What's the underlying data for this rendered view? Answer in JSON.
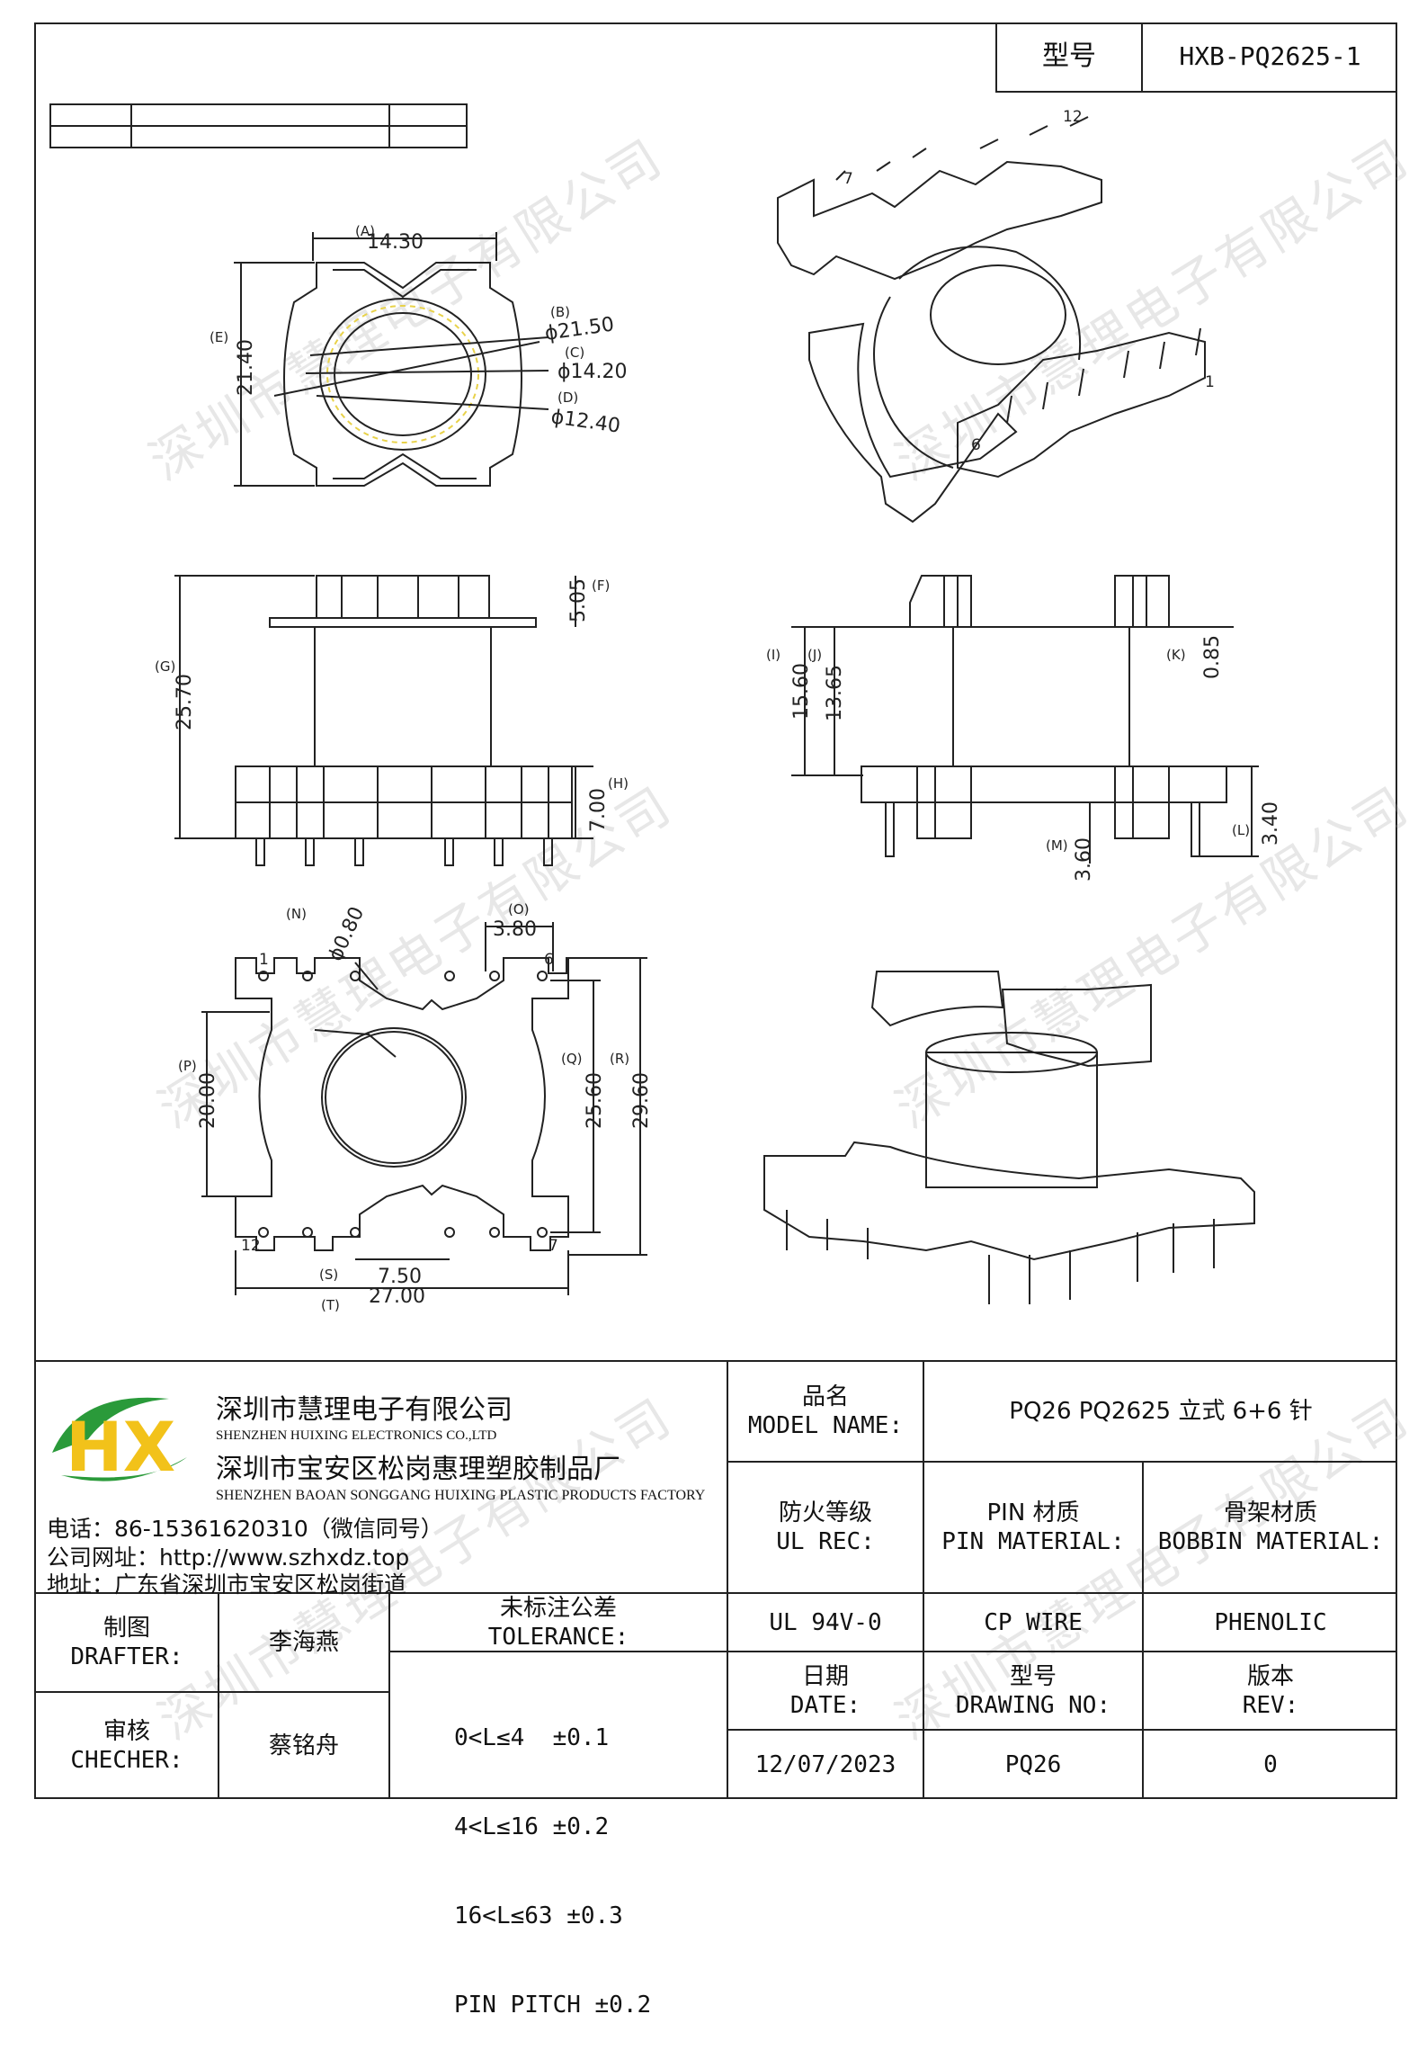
{
  "title_block_top": {
    "model_label": "型号",
    "model_value": "HXB-PQ2625-1"
  },
  "watermark": "深圳市慧理电子有限公司",
  "dimensions": {
    "top_view": {
      "A": "(A)",
      "A_val": "14.30",
      "B": "(B)",
      "B_val": "ϕ21.50",
      "C": "(C)",
      "C_val": "ϕ14.20",
      "D": "(D)",
      "D_val": "ϕ12.40",
      "E": "(E)",
      "E_val": "21.40"
    },
    "front_view": {
      "F": "(F)",
      "F_val": "5.05",
      "G": "(G)",
      "G_val": "25.70",
      "H": "(H)",
      "H_val": "7.00"
    },
    "side_view": {
      "I": "(I)",
      "I_val": "15.60",
      "J": "(J)",
      "J_val": "13.65",
      "K": "(K)",
      "K_val": "0.85",
      "L": "(L)",
      "L_val": "3.40",
      "M": "(M)",
      "M_val": "3.60"
    },
    "bottom_view": {
      "N": "(N)",
      "N_val": "ϕ0.80",
      "O": "(O)",
      "O_val": "3.80",
      "P": "(P)",
      "P_val": "20.00",
      "Q": "(Q)",
      "Q_val": "25.60",
      "R": "(R)",
      "R_val": "29.60",
      "S": "(S)",
      "S_val": "7.50",
      "T": "(T)",
      "T_val": "27.00",
      "pin1": "1",
      "pin6": "6",
      "pin7": "7",
      "pin12": "12"
    },
    "iso_view": {
      "pin12": "12",
      "pin7": "7",
      "pin6": "6",
      "pin1": "1"
    }
  },
  "company": {
    "logo_letters": "HX",
    "name_cn": "深圳市慧理电子有限公司",
    "name_en": "SHENZHEN HUIXING ELECTRONICS CO.,LTD",
    "factory_cn": "深圳市宝安区松岗惠理塑胶制品厂",
    "factory_en": "SHENZHEN BAOAN SONGGANG HUIXING PLASTIC PRODUCTS FACTORY",
    "phone": "电话：86-15361620310（微信同号）",
    "website": "公司网址：http://www.szhxdz.top",
    "address": "地址：广东省深圳市宝安区松岗街道"
  },
  "title_block": {
    "model_name_cn": "品名",
    "model_name_en": "MODEL NAME:",
    "model_name_value": "PQ26 PQ2625 立式 6+6 针",
    "ul_cn": "防火等级",
    "ul_en": "UL REC:",
    "pin_cn": "PIN 材质",
    "pin_en": "PIN MATERIAL:",
    "bobbin_cn": "骨架材质",
    "bobbin_en": "BOBBIN MATERIAL:",
    "ul_value": "UL 94V-0",
    "pin_value": "CP WIRE",
    "bobbin_value": "PHENOLIC",
    "date_cn": "日期",
    "date_en": "DATE:",
    "drawing_cn": "型号",
    "drawing_en": "DRAWING NO:",
    "rev_cn": "版本",
    "rev_en": "REV:",
    "date_value": "12/07/2023",
    "drawing_value": "PQ26",
    "rev_value": "0",
    "drafter_cn": "制图",
    "drafter_en": "DRAFTER:",
    "drafter_name": "李海燕",
    "checker_cn": "审核",
    "checker_en": "CHECHER:",
    "checker_name": "蔡铭舟",
    "tolerance_cn": "未标注公差",
    "tolerance_en": "TOLERANCE:",
    "tolerances": [
      "0<L≤4  ±0.1",
      "4<L≤16 ±0.2",
      "16<L≤63 ±0.3",
      "PIN PITCH ±0.2"
    ]
  },
  "colors": {
    "logo_green": "#2a9a3a",
    "logo_yellow": "#f2c21a",
    "logo_blue": "#1f5fb0"
  }
}
